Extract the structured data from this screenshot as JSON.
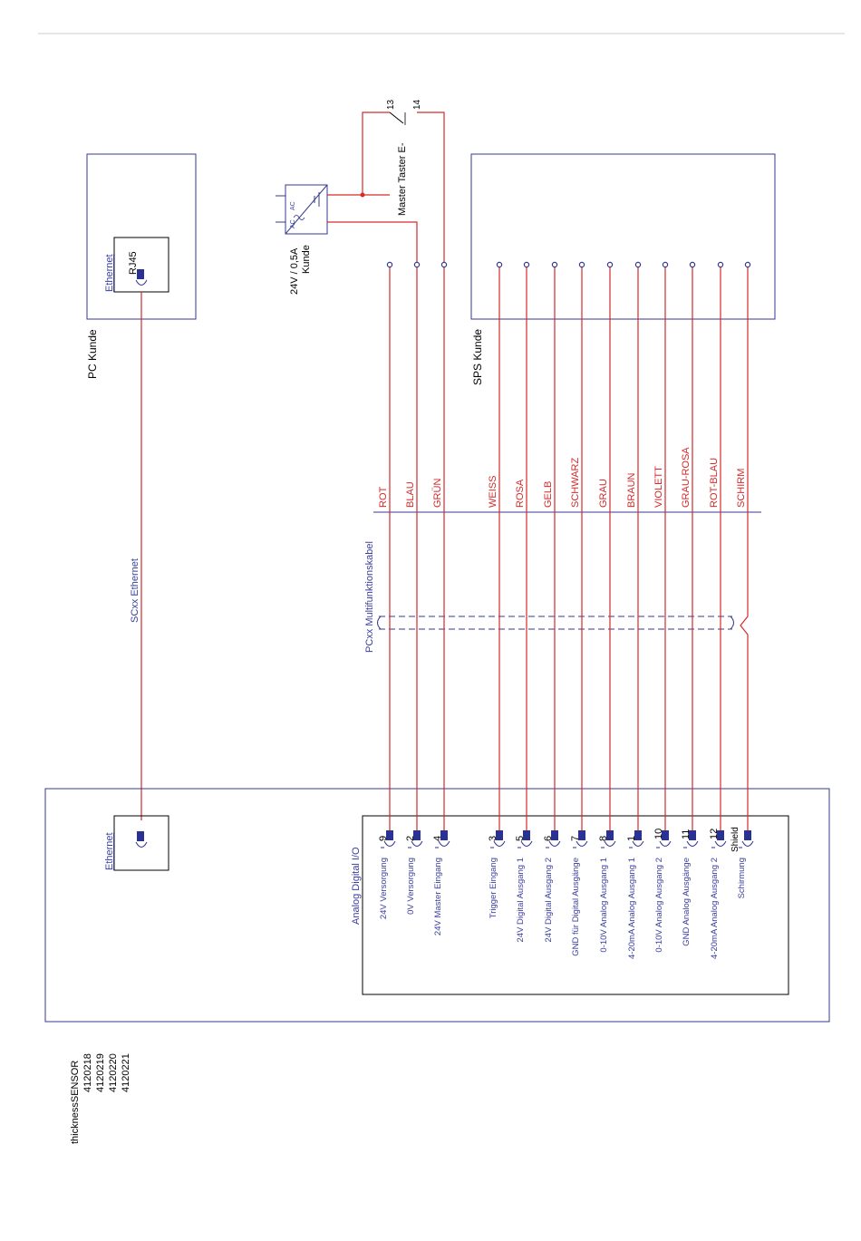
{
  "pc": {
    "label": "PC Kunde",
    "port_label": "Ethernet",
    "connector": "RJ45"
  },
  "sps": {
    "label": "SPS Kunde"
  },
  "power": {
    "line1": "24V / 0,5A",
    "line2": "Kunde",
    "ac_label": "AC"
  },
  "switch": {
    "label": "Master Taster E-",
    "pin_a": "13",
    "pin_b": "14"
  },
  "ethernet_cable": {
    "label": "SCxx Ethernet"
  },
  "multicable": {
    "label": "PCxx Multifunktionskabel"
  },
  "device": {
    "ethernet_label": "Ethernet",
    "io_label": "Analog Digital I/O",
    "shield_label": "Shield"
  },
  "wires": [
    {
      "color": "ROT",
      "pin": "9",
      "signal": "24V Versorgung"
    },
    {
      "color": "BLAU",
      "pin": "2",
      "signal": "0V Versorgung"
    },
    {
      "color": "GRÜN",
      "pin": "4",
      "signal": "24V Master Eingang"
    },
    {
      "color": "WEISS",
      "pin": "3",
      "signal": "Trigger Eingang"
    },
    {
      "color": "ROSA",
      "pin": "5",
      "signal": "24V Digital Ausgang 1"
    },
    {
      "color": "GELB",
      "pin": "6",
      "signal": "24V Digital Ausgang 2"
    },
    {
      "color": "SCHWARZ",
      "pin": "7",
      "signal": "GND für Digital Ausgänge"
    },
    {
      "color": "GRAU",
      "pin": "8",
      "signal": "0-10V Analog Ausgang 1"
    },
    {
      "color": "BRAUN",
      "pin": "1",
      "signal": "4-20mA Analog Ausgang 1"
    },
    {
      "color": "VIOLETT",
      "pin": "10",
      "signal": "0-10V Analog Ausgang 2"
    },
    {
      "color": "GRAU-ROSA",
      "pin": "11",
      "signal": "GND Analog Ausgänge"
    },
    {
      "color": "ROT-BLAU",
      "pin": "12",
      "signal": "4-20mA Analog Ausgang 2"
    },
    {
      "color": "SCHIRM",
      "pin": "",
      "signal": "Schirmung"
    }
  ],
  "product": {
    "name": "thicknessSENSOR",
    "codes": [
      "4120218",
      "4120219",
      "4120220",
      "4120221"
    ]
  },
  "colors": {
    "wire": "#d42a2a",
    "frame": "#33398f",
    "text_blue": "#3a3f9e"
  }
}
